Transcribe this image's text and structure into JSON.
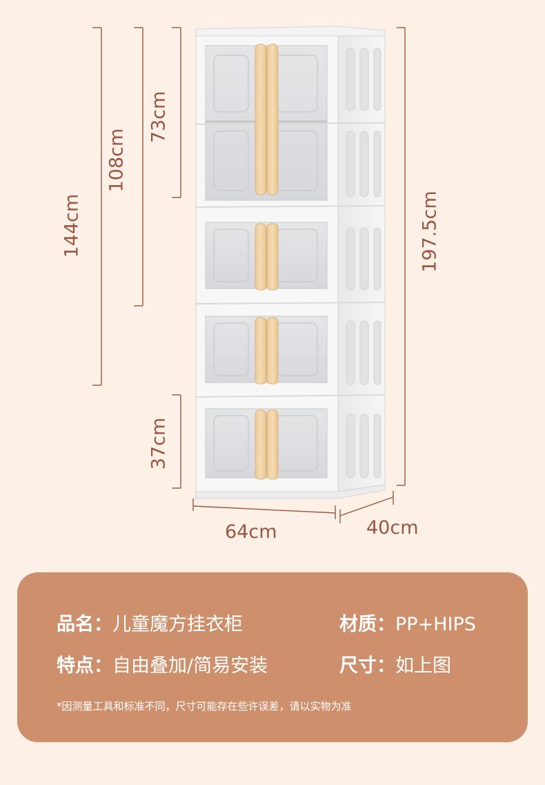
{
  "dimensions": {
    "h_144": "144cm",
    "h_108": "108cm",
    "h_73": "73cm",
    "h_37": "37cm",
    "h_197": "197.5cm",
    "w_64": "64cm",
    "d_40": "40cm"
  },
  "product_info": {
    "name_label": "品名：",
    "name_value": "儿童魔方挂衣柜",
    "material_label": "材质：",
    "material_value": "PP+HIPS",
    "feature_label": "特点：",
    "feature_value": "自由叠加/简易安装",
    "size_label": "尺寸：",
    "size_value": "如上图",
    "note": "*因测量工具和标准不同，尺寸可能存在些许误差，请以实物为准"
  },
  "colors": {
    "background": "#fdf0e6",
    "dimension_text": "#9b5540",
    "card": "#ce8f6c",
    "handle": "#f2d3a6"
  }
}
